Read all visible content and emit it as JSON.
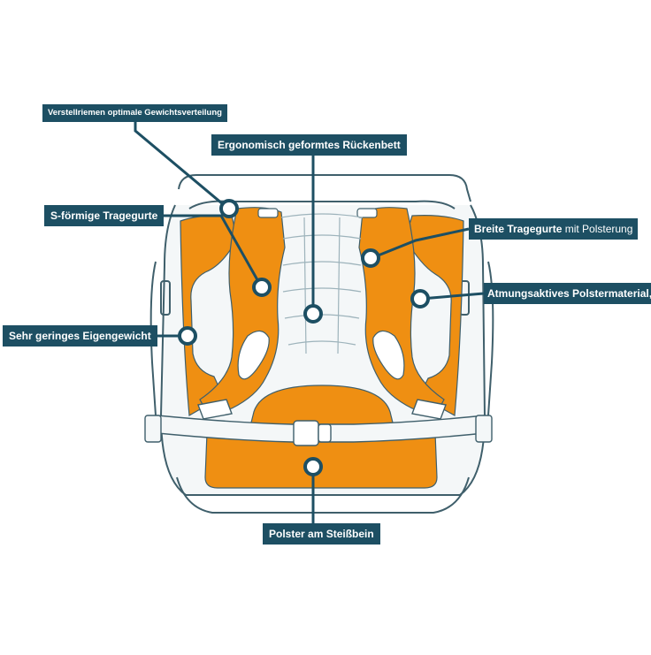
{
  "labels": {
    "verstellriemen": "Verstellriemen optimale Gewichtsverteilung",
    "rueckenbett": "Ergonomisch geformtes Rückenbett",
    "s_tragegurte": "S-förmige Tragegurte",
    "breite_bold": "Breite Tragegurte",
    "breite_normal": " mit Polsterung",
    "atmungsaktiv": "Atmungsaktives Polstermaterial,",
    "eigengewicht": "Sehr geringes Eigengewicht",
    "steissbein": "Polster am Steißbein"
  },
  "colors": {
    "accent": "#1d4f63",
    "padding": "#ef8f12",
    "outline": "#3a5a66",
    "light": "#f2f6f7"
  }
}
